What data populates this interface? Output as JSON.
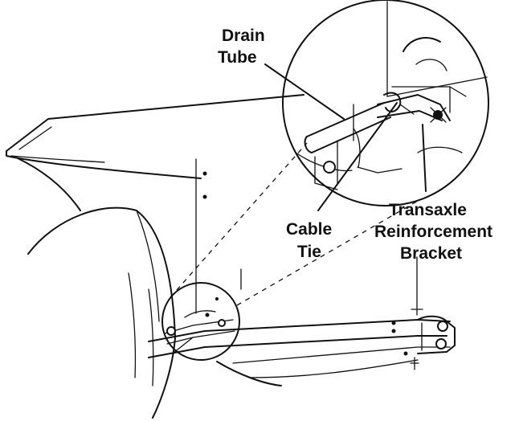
{
  "labels": {
    "drain_tube": [
      "Drain",
      "Tube"
    ],
    "cable_tie": [
      "Cable",
      "Tie"
    ],
    "bracket": [
      "Transaxle",
      "Reinforcement",
      "Bracket"
    ]
  },
  "colors": {
    "ink": "#111111",
    "background": "#ffffff"
  }
}
